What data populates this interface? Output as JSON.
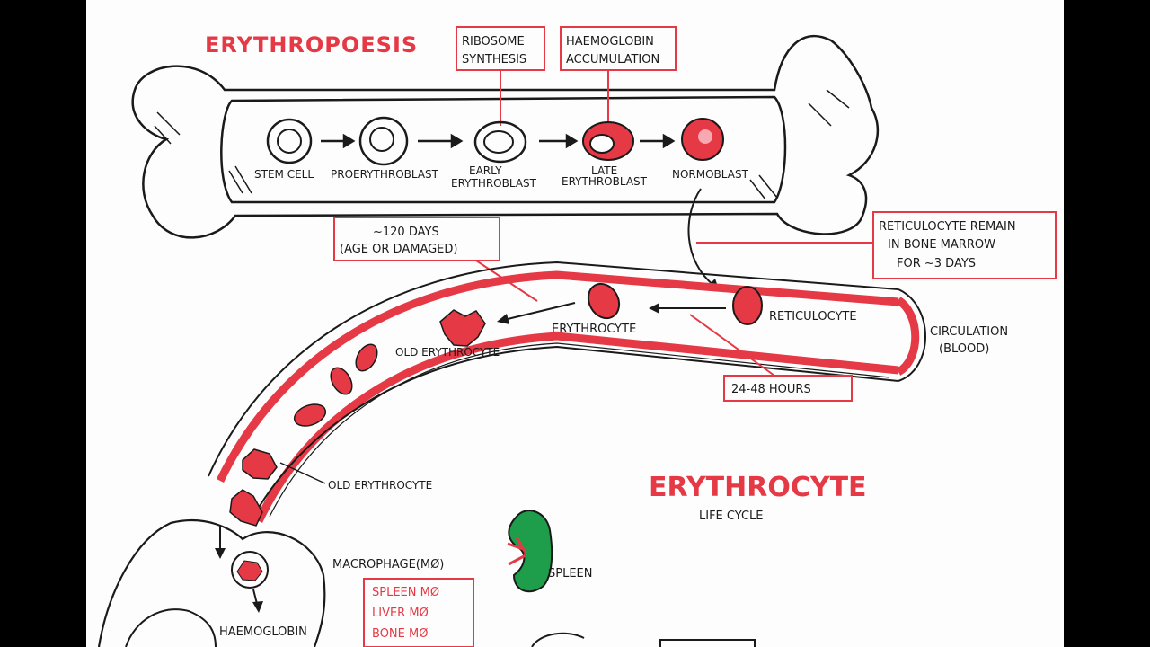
{
  "colors": {
    "red": "#e63946",
    "ink": "#1a1a1a",
    "green": "#1e9e4a",
    "paper": "#fdfdfd"
  },
  "titles": {
    "erythropoesis": "ERYTHROPOESIS",
    "main": "ERYTHROCYTE",
    "subtitle": "LIFE CYCLE"
  },
  "marrow_stages": {
    "stem_cell": "STEM CELL",
    "proerythroblast": "PROERYTHROBLAST",
    "early_1": "EARLY",
    "early_2": "ERYTHROBLAST",
    "late_1": "LATE",
    "late_2": "ERYTHROBLAST",
    "normoblast": "NORMOBLAST"
  },
  "notes": {
    "ribosome_1": "RIBOSOME",
    "ribosome_2": "SYNTHESIS",
    "haemo_1": "HAEMOGLOBIN",
    "haemo_2": "ACCUMULATION",
    "retic_remain_1": "RETICULOCYTE REMAIN",
    "retic_remain_2": "IN BONE MARROW",
    "retic_remain_3": "FOR ~3 DAYS",
    "days_1": "~120 DAYS",
    "days_2": "(AGE OR DAMAGED)",
    "hours": "24-48 HOURS",
    "circ_1": "CIRCULATION",
    "circ_2": "(BLOOD)"
  },
  "circulation": {
    "reticulocyte": "RETICULOCYTE",
    "erythrocyte": "ERYTHROCYTE",
    "old_erythrocyte": "OLD ERYTHROCYTE",
    "old_erythrocyte_2": "OLD ERYTHROCYTE"
  },
  "macrophage": {
    "label": "MACROPHAGE(MØ)",
    "haemoglobin": "HAEMOGLOBIN",
    "types": [
      "SPLEEN MØ",
      "LIVER MØ",
      "BONE MØ"
    ]
  },
  "spleen": "SPLEEN"
}
